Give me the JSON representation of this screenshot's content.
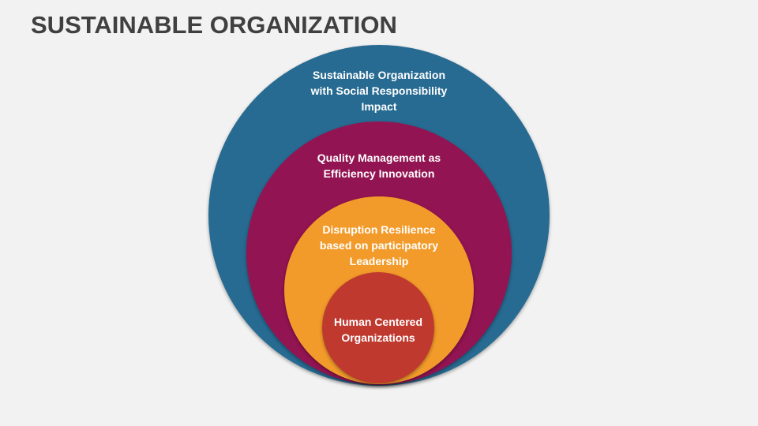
{
  "title": "SUSTAINABLE ORGANIZATION",
  "diagram": {
    "type": "nested-circles",
    "rings": [
      {
        "label": "Sustainable Organization with Social Responsibility Impact",
        "lines": [
          "Sustainable Organization",
          "with Social Responsibility",
          "Impact"
        ],
        "color": "#276b92"
      },
      {
        "label": "Quality Management as Efficiency Innovation",
        "lines": [
          "Quality Management as",
          "Efficiency Innovation"
        ],
        "color": "#931452"
      },
      {
        "label": "Disruption Resilience based on participatory Leadership",
        "lines": [
          "Disruption Resilience",
          "based on participatory",
          "Leadership"
        ],
        "color": "#f29b2a"
      },
      {
        "label": "Human Centered Organizations",
        "lines": [
          "Human Centered",
          "Organizations"
        ],
        "color": "#c0392f"
      }
    ]
  }
}
